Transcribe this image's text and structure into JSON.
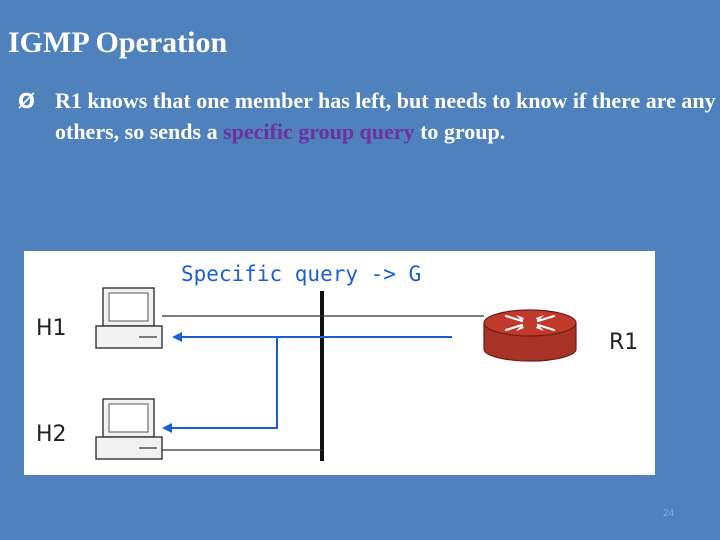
{
  "slide": {
    "title": "IGMP Operation",
    "bullet_marker": "Ø",
    "bullet_text_before": "R1 knows that one member has left, but needs to know if there are any others, so sends a ",
    "bullet_text_highlight": "specific group query",
    "bullet_text_after": " to group.",
    "highlight_color": "#7030a0",
    "page_number": "24"
  },
  "diagram": {
    "caption": "Specific query -> G",
    "host1_label": "H1",
    "host2_label": "H2",
    "router_label": "R1",
    "arrow_color": "#1a5fd6",
    "router_color": "#c0392b"
  }
}
